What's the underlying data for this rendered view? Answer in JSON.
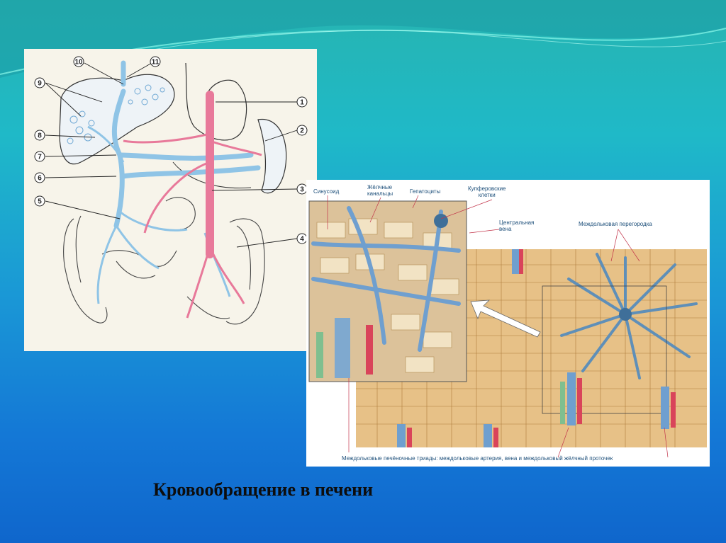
{
  "slide": {
    "title": "Кровообращение в печени",
    "colors": {
      "background_top": "#27b4b0",
      "background_bottom": "#0f66cc",
      "vein": "#8fc4e6",
      "artery": "#e8799a"
    }
  },
  "left_diagram": {
    "callouts": [
      "10",
      "11",
      "9",
      "8",
      "7",
      "6",
      "5",
      "1",
      "2",
      "3",
      "4"
    ]
  },
  "right_diagram": {
    "labels": {
      "sinusoid": "Синусоид",
      "bile_canaliculi_1": "Жёлчные",
      "bile_canaliculi_2": "канальцы",
      "hepatocytes": "Гепатоциты",
      "kupffer_1": "Купферовские",
      "kupffer_2": "клетки",
      "central_vein_1": "Центральная",
      "central_vein_2": "вена",
      "septum": "Междольковая перегородка",
      "triads": "Междольковые печёночные триады: междольковые артерия, вена и междольковый жёлчный проточек"
    }
  }
}
